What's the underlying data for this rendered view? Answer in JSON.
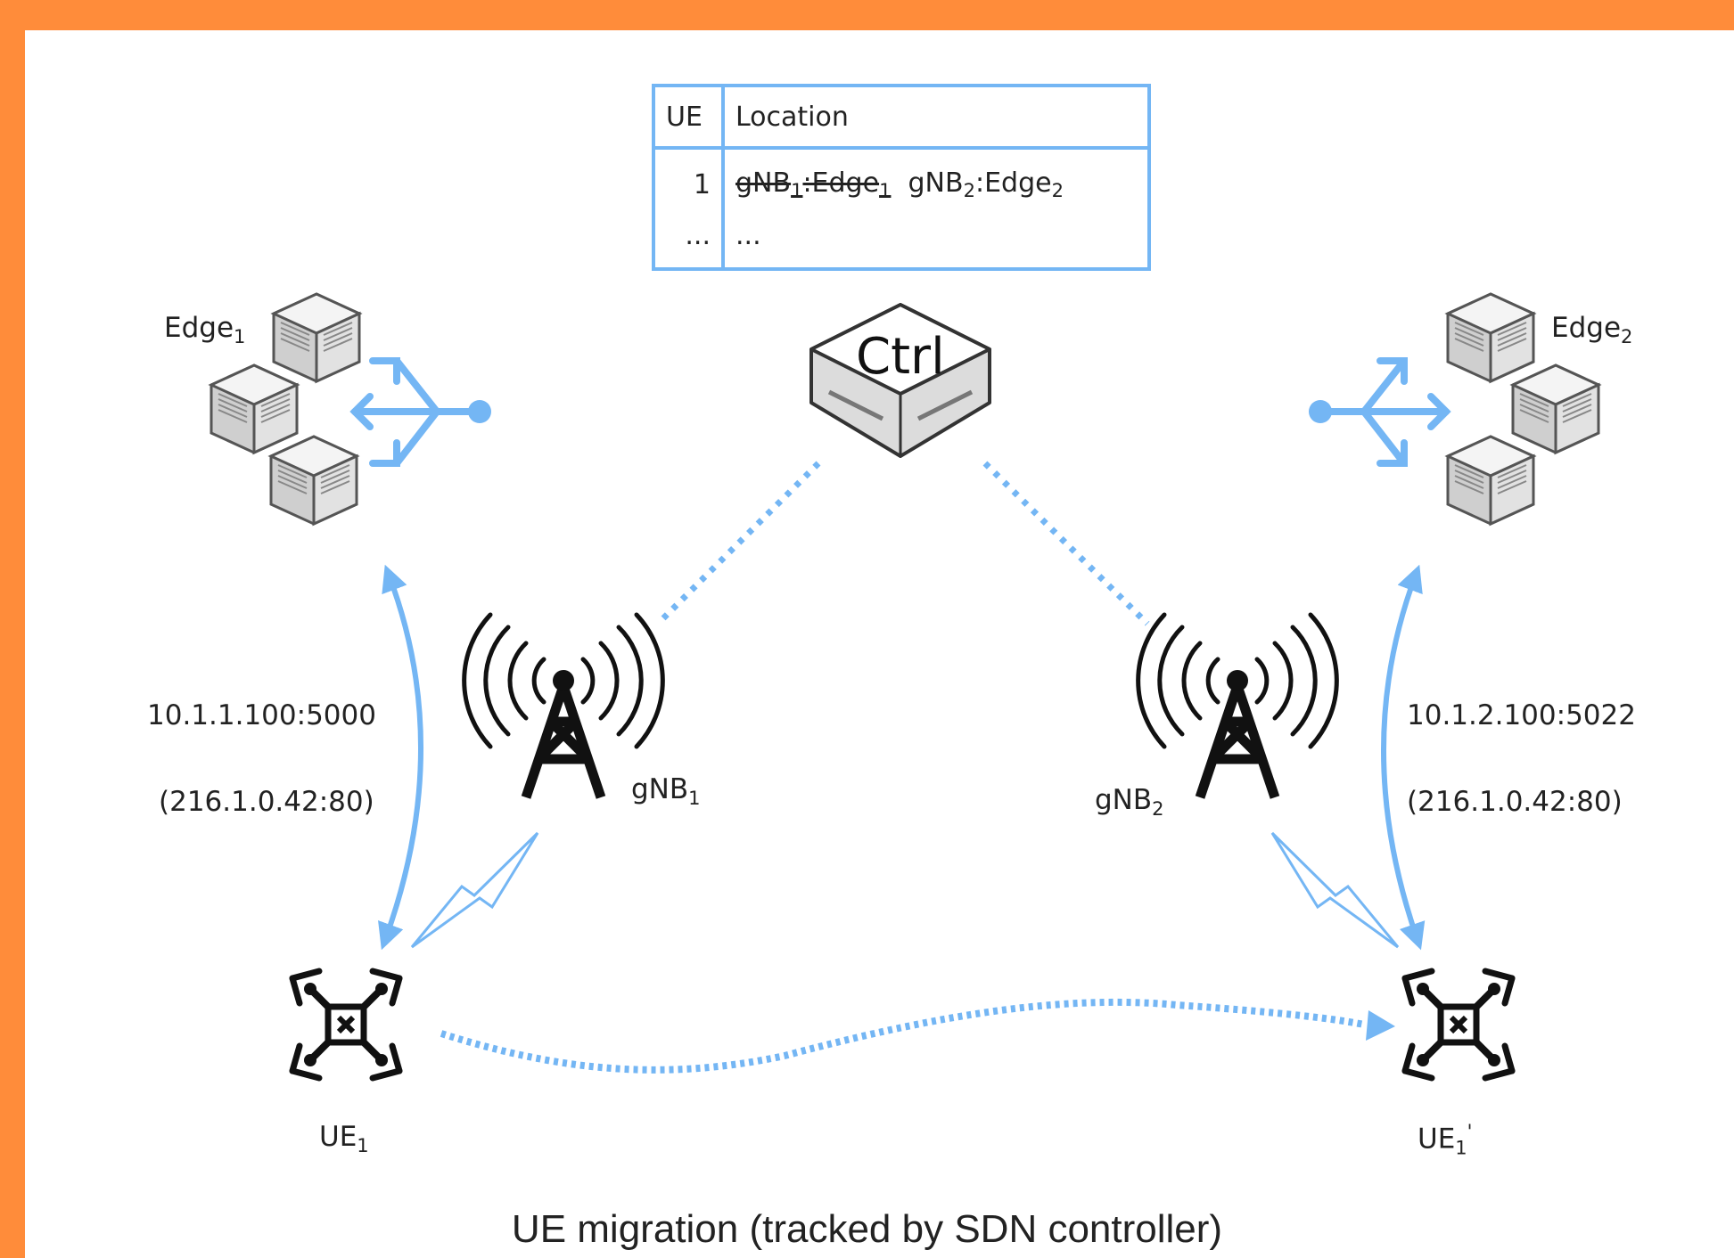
{
  "table": {
    "col_ue": "UE",
    "col_location": "Location",
    "rows": [
      {
        "ue": "1",
        "old": {
          "base": "gNB",
          "sub": "1",
          "sep": ":Edge",
          "sub2": "1"
        },
        "new": {
          "base": "gNB",
          "sub": "2",
          "sep": ":Edge",
          "sub2": "2"
        }
      },
      {
        "ue": "...",
        "loc": "..."
      }
    ]
  },
  "controller": {
    "label": "Ctrl"
  },
  "edge1": {
    "name": "Edge",
    "sub": "1"
  },
  "edge2": {
    "name": "Edge",
    "sub": "2"
  },
  "gnb1": {
    "name": "gNB",
    "sub": "1"
  },
  "gnb2": {
    "name": "gNB",
    "sub": "2"
  },
  "ue1": {
    "name": "UE",
    "sub": "1"
  },
  "ue1_moved": {
    "name": "UE",
    "sub": "1",
    "prime": "'"
  },
  "left_link": {
    "address": "10.1.1.100:5000",
    "public": "(216.1.0.42:80)"
  },
  "right_link": {
    "address": "10.1.2.100:5022",
    "public": "(216.1.0.42:80)"
  },
  "caption": "UE migration (tracked by SDN controller)",
  "colors": {
    "background": "#ff8c3a",
    "accent": "#74b6f4",
    "icon": "#1a1a1a"
  },
  "icons": [
    "server-icon",
    "controller-icon",
    "antenna-tower-icon",
    "drone-icon",
    "fan-out-arrow-icon",
    "wireless-link-icon"
  ]
}
